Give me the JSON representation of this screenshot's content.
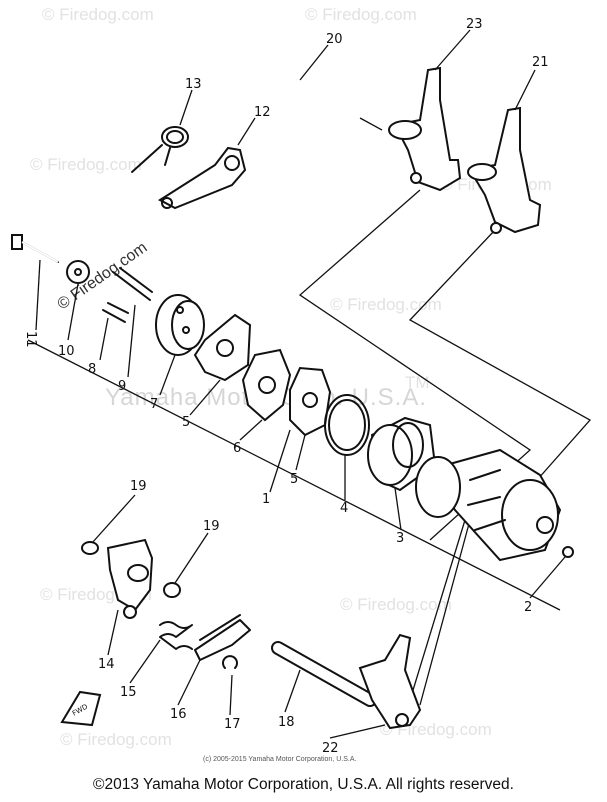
{
  "watermarks": {
    "site": "© Firedog.com",
    "motor": "Yamaha Motor Corp. U.S.A.",
    "tm": "TM",
    "credit": "(c) 2005-2015 Yamaha Motor Corporation, U.S.A."
  },
  "copyright": "©2013 Yamaha Motor Corporation, U.S.A. All rights reserved.",
  "callouts": [
    "20",
    "23",
    "21",
    "13",
    "12",
    "11",
    "10",
    "8",
    "9",
    "7",
    "5",
    "6",
    "5",
    "4",
    "3",
    "1",
    "2",
    "19",
    "19",
    "14",
    "15",
    "16",
    "17",
    "18",
    "22"
  ],
  "front_badge": "FWD"
}
